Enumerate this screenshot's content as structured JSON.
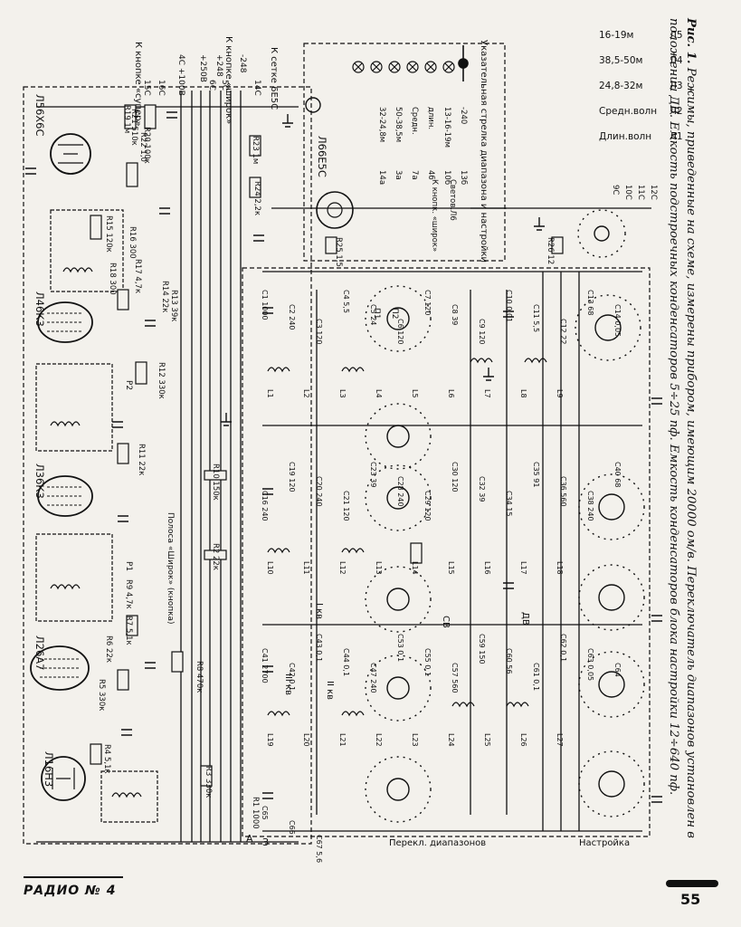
{
  "caption": {
    "lead": "Рис. 1.",
    "text": "Режимы, приведенные на схеме, измерены прибором, имеющим 20000 ом/в. Переключатель диапазонов установлен в положении ДВ. Емкость подстроечных конденсаторов 5÷25 пф. Емкость конденсаторов блока настройки 12÷640 пф."
  },
  "footer": {
    "magazine": "РАДИО № 4",
    "page_number": "55"
  },
  "tubes": [
    {
      "ref": "Л1",
      "type": "6Н3"
    },
    {
      "ref": "Л2",
      "type": "6А7"
    },
    {
      "ref": "Л3",
      "type": "6К3"
    },
    {
      "ref": "Л4",
      "type": "6К3"
    },
    {
      "ref": "Л5",
      "type": "6Х6С"
    },
    {
      "ref": "Л6",
      "type": "6Е5С"
    }
  ],
  "connector_labels": {
    "to_button_super": "К кнопке «супер»",
    "to_button_wide": "К кнопке «широк»",
    "to_grid": "К сетке 6Е5С",
    "voltages": [
      "4С +100В",
      "+250В",
      "+248",
      "-248"
    ],
    "pins": [
      "16С",
      "15С",
      "6С",
      "5С",
      "14С"
    ]
  },
  "band_switch": {
    "title": "Указательная стрелка диапазона и настройки",
    "bands": [
      {
        "label": "16-19м",
        "lamp": "Л5"
      },
      {
        "label": "38,5-50м",
        "lamp": "Л4"
      },
      {
        "label": "24,8-32м",
        "lamp": "Л3"
      },
      {
        "label": "Средн.волн",
        "lamp": "Л2"
      },
      {
        "label": "Длин.волн",
        "lamp": "Л1"
      }
    ],
    "contacts": [
      "32-24,8м",
      "50-38,5м",
      "Средн.",
      "длин.",
      "13-16-19м",
      "-240",
      "14а",
      "3а",
      "7а",
      "4б",
      "10б",
      "13б"
    ],
    "button_labels": [
      "К кнопк. «широк»",
      "Светов.Л6"
    ],
    "pins": [
      "9С",
      "10С",
      "11С",
      "12С"
    ]
  },
  "components": {
    "resistors": [
      "R1 1000",
      "R2 22к",
      "R3 330к",
      "R4 5,1к",
      "R5 330к",
      "R6 22к",
      "R7 5,1к",
      "R8 470к",
      "R9 4,7к",
      "R10 150к",
      "R11 22к",
      "R12 330к",
      "R13 39к",
      "R14 22к",
      "R15 120к",
      "R16 300",
      "R17 4,7к",
      "R18 300",
      "R19 1м",
      "R20 100к",
      "R21 510к",
      "R22 1,0",
      "R23 1м",
      "R24 2,2к",
      "R25 1,5",
      "R26 12"
    ],
    "capacitors": [
      "C1 1000",
      "C2 240",
      "C3 120",
      "C4 5,5",
      "C5 24",
      "C6 120",
      "C7 120",
      "C8 39",
      "C9 120",
      "C10 0,01",
      "C11 5,5",
      "C12 22",
      "C13 68",
      "C14 0,05",
      "C16 240",
      "C19 120",
      "C20 240",
      "C21 120",
      "C23 39",
      "C28 240",
      "C29 120",
      "C30 120",
      "C32 39",
      "C34 15",
      "C35 91",
      "C36 560",
      "C38 240",
      "C40 68",
      "C41 2700",
      "C42 0,1",
      "C43 0,1",
      "C44 0,1",
      "C47 240",
      "C53 0,1",
      "C55 0,1",
      "C57 560",
      "C59 150",
      "C60 56",
      "C61 0,1",
      "C62 0,1",
      "C63 0,05",
      "C64",
      "C65",
      "C66",
      "C67 5,6"
    ],
    "coils": [
      "L1",
      "L2",
      "L3",
      "L4",
      "L5",
      "L6",
      "L7",
      "L8",
      "L9",
      "L10",
      "L11",
      "L12",
      "L13",
      "L14",
      "L15",
      "L16",
      "L17",
      "L18",
      "L19",
      "L20",
      "L21",
      "L22",
      "L23",
      "L24",
      "L25",
      "L26",
      "L27"
    ],
    "switches": [
      "П1",
      "П2"
    ],
    "relays": [
      "Р1",
      "Р2"
    ]
  },
  "band_section_labels": [
    "III кв",
    "I кв",
    "II кв",
    "СВ",
    "ДВ"
  ],
  "side_labels": {
    "antenna": "А",
    "ground": "З",
    "band_switch_label": "Перекл. диапазонов",
    "tuning_label": "Настройка",
    "button_wide": "Полоса «Широк» (кнопка)"
  }
}
